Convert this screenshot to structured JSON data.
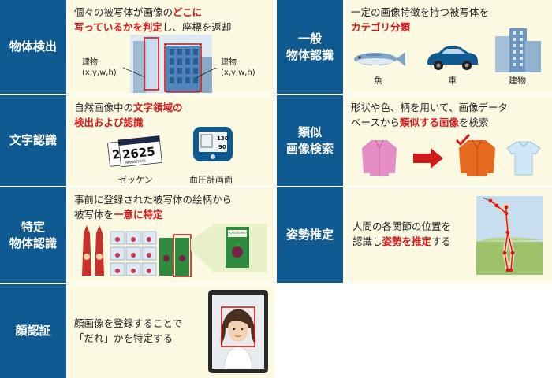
{
  "labels": {
    "object_detection": "物体検出",
    "general_recognition": "一般\n物体認識",
    "text_recognition": "文字認識",
    "similar_search": "類似\n画像検索",
    "specific_recognition": "特定\n物体認識",
    "pose_estimation": "姿勢推定",
    "face_recognition": "顔認証"
  },
  "object_detection": {
    "line1_a": "個々の被写体が画像の",
    "line1_hl": "どこに",
    "line2_hl": "写っているかを判定",
    "line2_b": "し、座標を返却",
    "left_tag": "建物\n(x,y,w,h)",
    "right_tag": "建物\n(x,y,w,h)"
  },
  "general_recognition": {
    "line1": "一定の画像特徴を持つ被写体を",
    "line2_hl": "カテゴリ分類",
    "fish": "魚",
    "car": "車",
    "building": "建物"
  },
  "text_recognition": {
    "line1_a": "自然画像中の",
    "line1_hl": "文字領域の",
    "line2_hl": "検出および認識",
    "bib_big": "2625",
    "bib_small": "2",
    "bib_marathon": "MARATHON",
    "bp_top": "130",
    "bp_bottom": "90",
    "cap_bib": "ゼッケン",
    "cap_bp": "血圧計画面"
  },
  "similar_search": {
    "line1": "形状や色、柄を用いて、画像データ",
    "line2_a": "ベースから",
    "line2_hl": "類似する画像",
    "line2_b": "を検索"
  },
  "specific_recognition": {
    "line1": "事前に登録された被写体の絵柄から",
    "line2_a": "被写体を",
    "line2_hl": "一意に特定",
    "pack_text": "PICKLED BEET"
  },
  "pose_estimation": {
    "line1": "人間の各関節の位置を",
    "line2_a": "認識し",
    "line2_hl": "姿勢を推定",
    "line2_b": "する"
  },
  "face_recognition": {
    "line1": "顔画像を登録することで",
    "line2": "「だれ」かを特定する"
  },
  "colors": {
    "label_bg": "#0f5a90",
    "content_bg": "#fcf9e3",
    "highlight": "#d21a1a"
  }
}
